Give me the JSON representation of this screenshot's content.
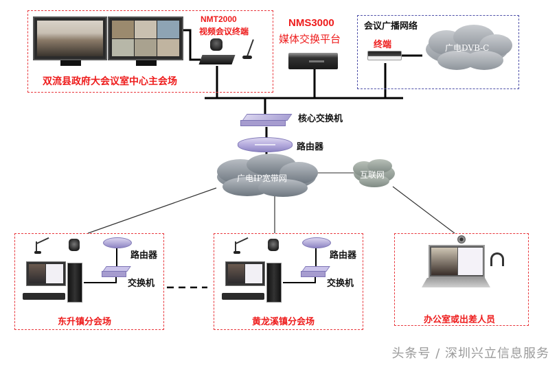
{
  "main_site": {
    "label": "双流县政府大会议室中心主会场",
    "terminal_model": "NMT2000",
    "terminal_desc": "视频会议终端"
  },
  "media_platform": {
    "model": "NMS3000",
    "desc": "媒体交换平台"
  },
  "broadcast_network": {
    "title": "会议广播网络",
    "terminal_label": "终端",
    "cloud_label": "广电DVB-C"
  },
  "core": {
    "core_switch_label": "核心交换机",
    "router_label": "路由器",
    "ip_cloud_label": "广电IP宽带网",
    "internet_cloud_label": "互联网"
  },
  "branch_sites": [
    {
      "label": "东升镇分会场",
      "router_label": "路由器",
      "switch_label": "交换机"
    },
    {
      "label": "黄龙溪镇分会场",
      "router_label": "路由器",
      "switch_label": "交换机"
    }
  ],
  "remote_site": {
    "label": "办公室或出差人员"
  },
  "watermark": "头条号 / 深圳兴立信息服务"
}
